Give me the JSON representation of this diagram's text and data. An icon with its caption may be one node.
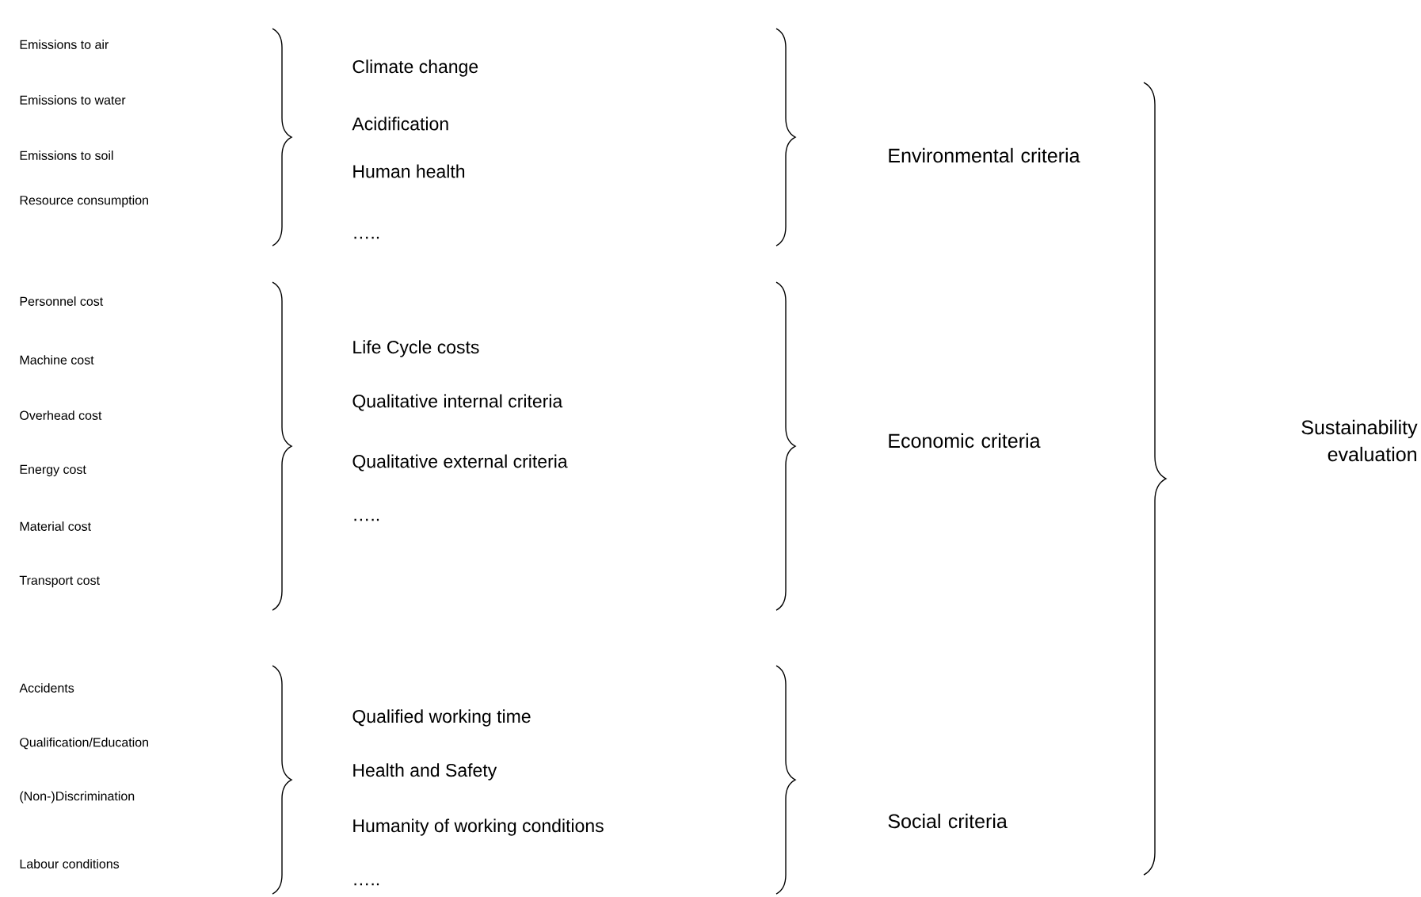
{
  "diagram": {
    "labels": [
      "Emissions to air",
      "Emissions to water",
      "Emissions to soil",
      "Resource consumption",
      "Climate change",
      "Acidification",
      "Human health",
      "…..",
      "Environmental criteria",
      "Personnel cost",
      "Machine cost",
      "Overhead cost",
      "Energy cost",
      "Material cost",
      "Transport cost",
      "Life Cycle costs",
      "Qualitative internal criteria",
      "Qualitative external criteria",
      "…..",
      "Economic criteria",
      "Sustainability evaluation",
      "Accidents",
      "Qualification/Education",
      "(Non-)Discrimination",
      "Labour conditions",
      "Qualified working time",
      "Health and Safety",
      "Humanity of working conditions",
      "…..",
      "Social criteria"
    ]
  }
}
